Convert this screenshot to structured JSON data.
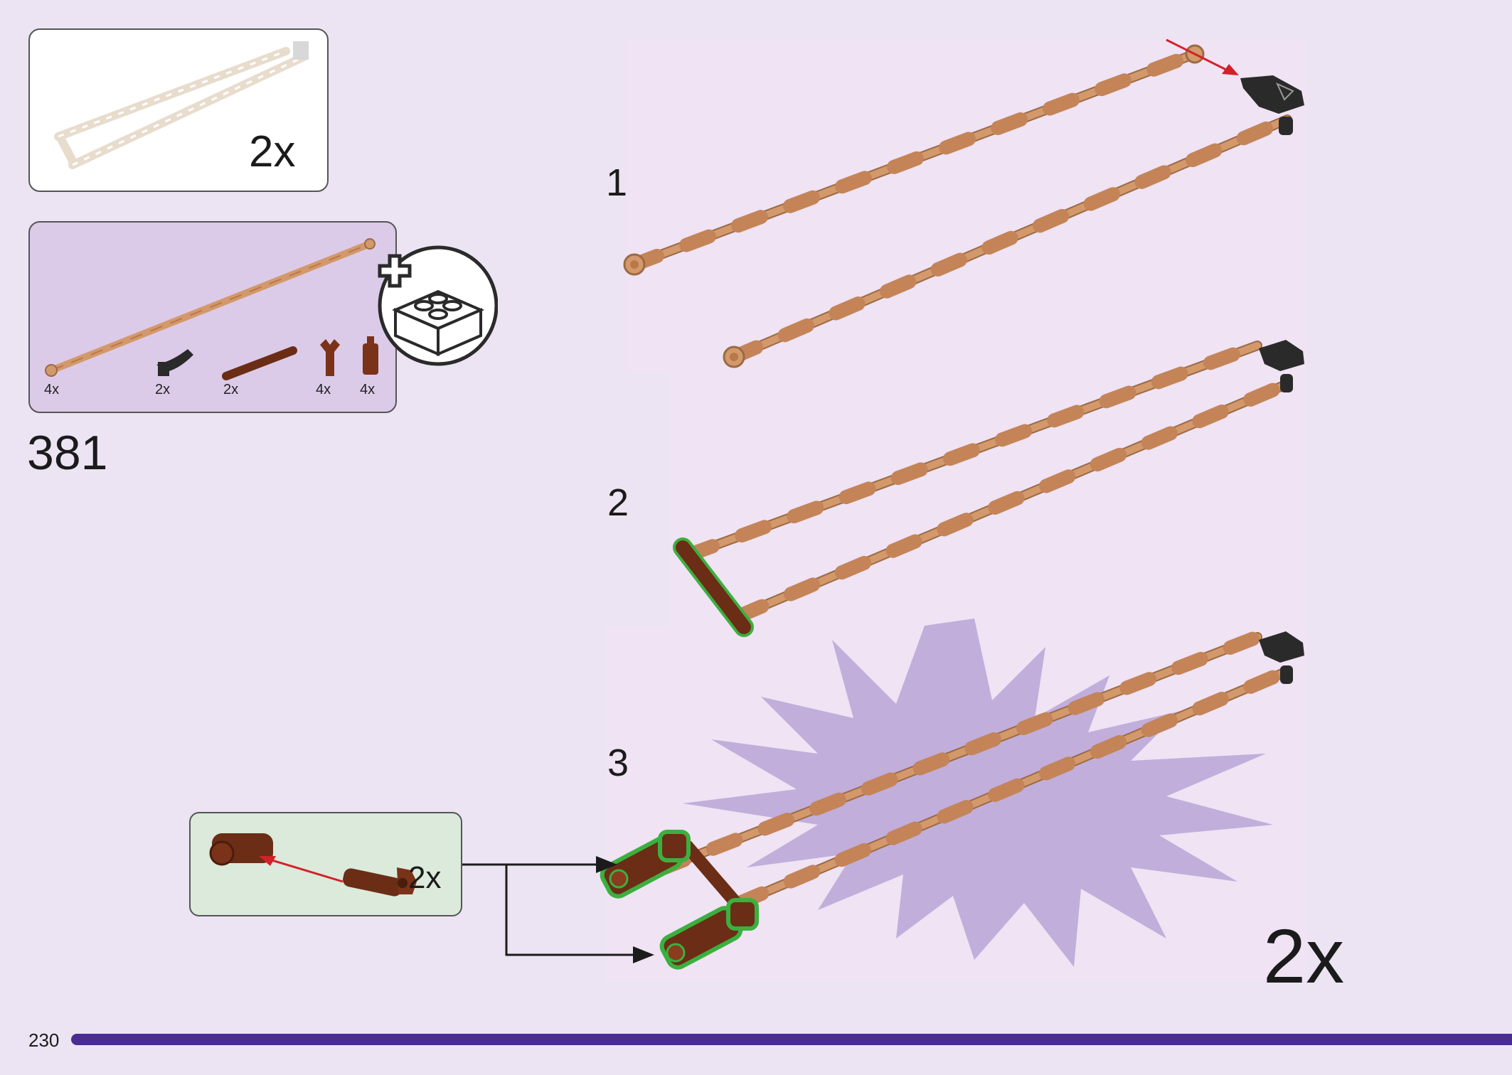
{
  "callout_top": {
    "quantity": "2x"
  },
  "parts_list": {
    "items": [
      {
        "qty": "4x",
        "name": "tan-rope-chain"
      },
      {
        "qty": "2x",
        "name": "black-clip-handle"
      },
      {
        "qty": "2x",
        "name": "brown-bar"
      },
      {
        "qty": "4x",
        "name": "brown-clip"
      },
      {
        "qty": "4x",
        "name": "brown-plate-clip"
      }
    ]
  },
  "step_id": "381",
  "steps": [
    {
      "number": "1"
    },
    {
      "number": "2"
    },
    {
      "number": "3"
    }
  ],
  "sub_assembly": {
    "quantity": "2x"
  },
  "final_quantity": "2x",
  "page_number": "230",
  "colors": {
    "background": "#ece4f3",
    "rope": "#d3996b",
    "brown": "#6b2d16",
    "black": "#2a2a2a",
    "arrow": "#d3202a",
    "highlight": "#3bb03f",
    "burst": "#b8a4d6",
    "bar": "#4b2c91"
  }
}
